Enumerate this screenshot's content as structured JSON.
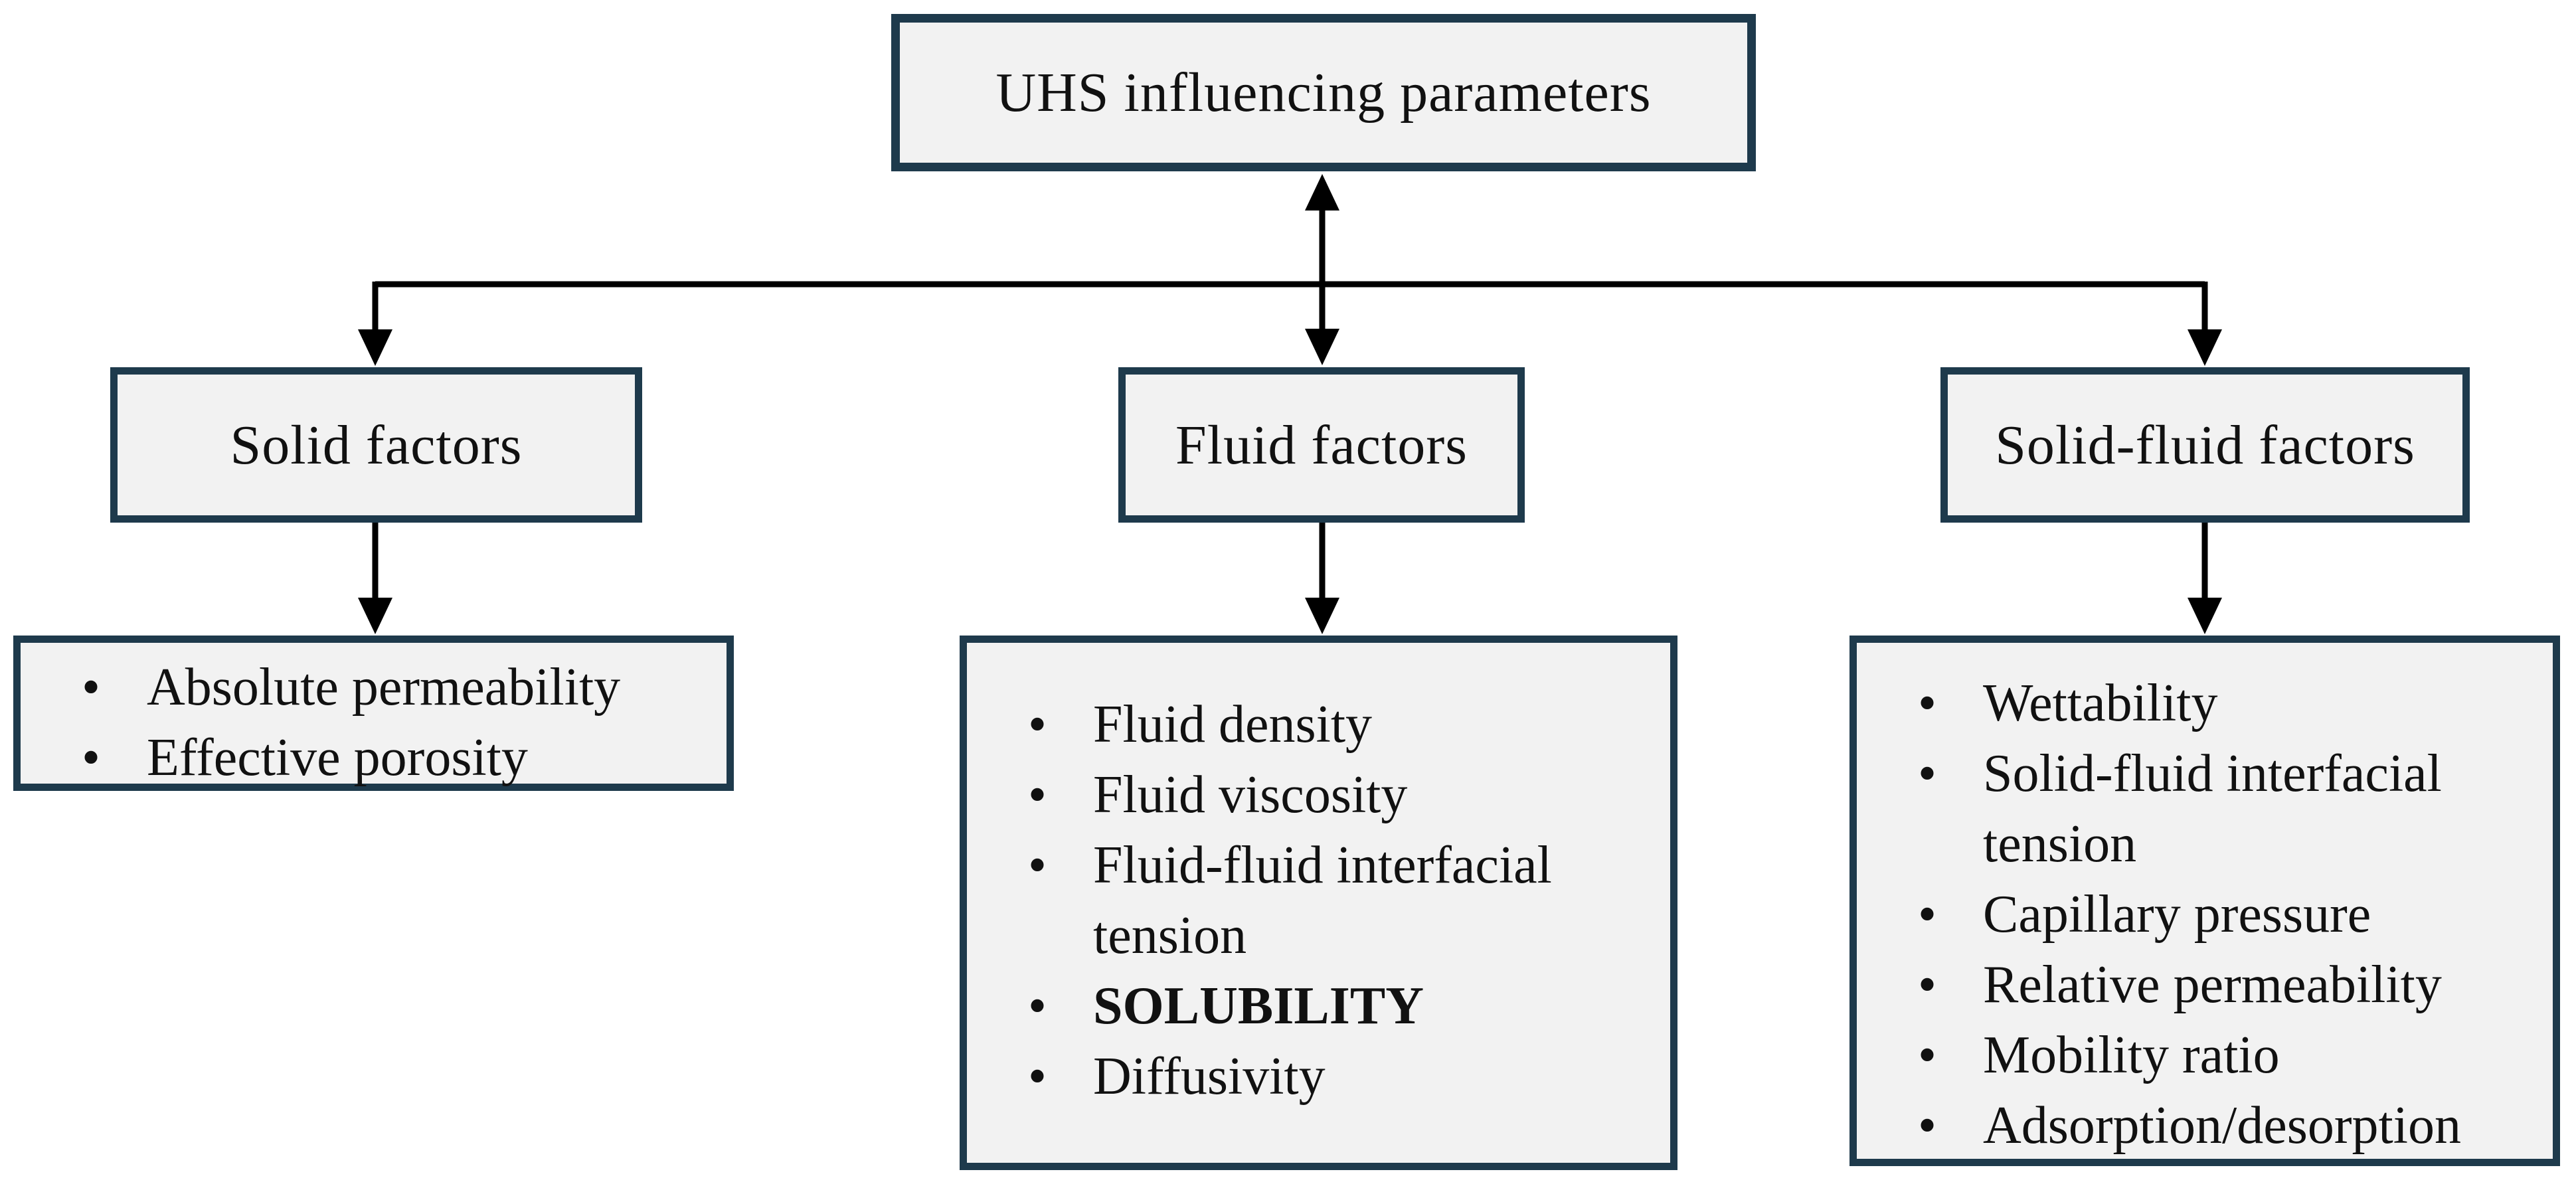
{
  "diagram": {
    "title": "UHS influencing parameters flowchart",
    "root": {
      "label": "UHS influencing parameters"
    },
    "bullet_glyph": "•",
    "branches": [
      {
        "id": "solid",
        "header": "Solid factors",
        "items": [
          {
            "text": "Absolute permeability"
          },
          {
            "text": "Effective porosity"
          }
        ]
      },
      {
        "id": "fluid",
        "header": "Fluid factors",
        "items": [
          {
            "text": "Fluid density"
          },
          {
            "text": "Fluid viscosity"
          },
          {
            "text": "Fluid-fluid interfacial tension"
          },
          {
            "text": "SOLUBILITY",
            "emphasis": "bold"
          },
          {
            "text": "Diffusivity"
          }
        ]
      },
      {
        "id": "solid-fluid",
        "header": "Solid-fluid factors",
        "items": [
          {
            "text": "Wettability"
          },
          {
            "text": "Solid-fluid interfacial tension"
          },
          {
            "text": "Capillary pressure"
          },
          {
            "text": "Relative permeability"
          },
          {
            "text": "Mobility ratio"
          },
          {
            "text": "Adsorption/desorption"
          }
        ]
      }
    ],
    "colors": {
      "box_border": "#1e3a4c",
      "box_fill": "#f2f2f2",
      "connector": "#000000",
      "text": "#111111",
      "background": "#ffffff"
    }
  }
}
